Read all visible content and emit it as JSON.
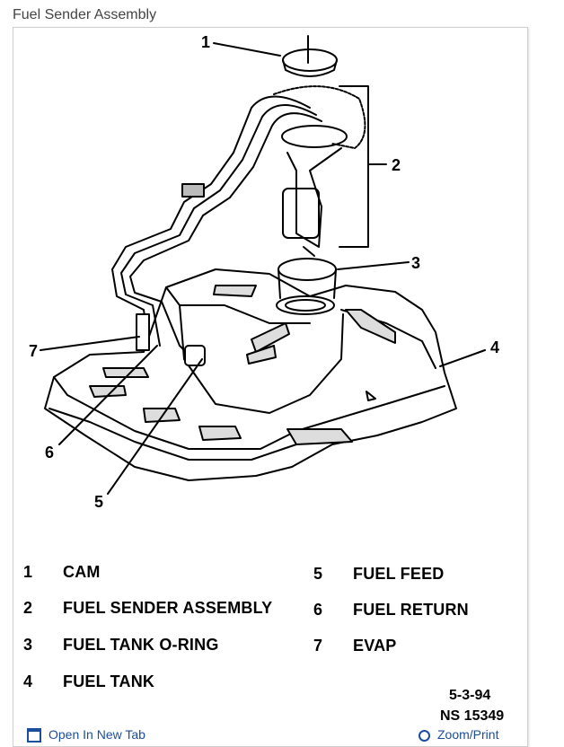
{
  "page": {
    "title": "Fuel Sender Assembly"
  },
  "callouts": [
    "1",
    "2",
    "3",
    "4",
    "5",
    "6",
    "7"
  ],
  "legend": [
    {
      "num": "1",
      "text": "CAM"
    },
    {
      "num": "2",
      "text": "FUEL SENDER ASSEMBLY"
    },
    {
      "num": "3",
      "text": "FUEL TANK O-RING"
    },
    {
      "num": "4",
      "text": "FUEL TANK"
    },
    {
      "num": "5",
      "text": "FUEL FEED"
    },
    {
      "num": "6",
      "text": "FUEL RETURN"
    },
    {
      "num": "7",
      "text": "EVAP"
    }
  ],
  "codes": {
    "date": "5-3-94",
    "ref": "NS 15349"
  },
  "footer": {
    "open_tab": "Open In New Tab",
    "zoom": "Zoom/Print"
  },
  "icons": {
    "open_tab": "open-in-new-tab-icon",
    "zoom": "zoom-icon"
  }
}
